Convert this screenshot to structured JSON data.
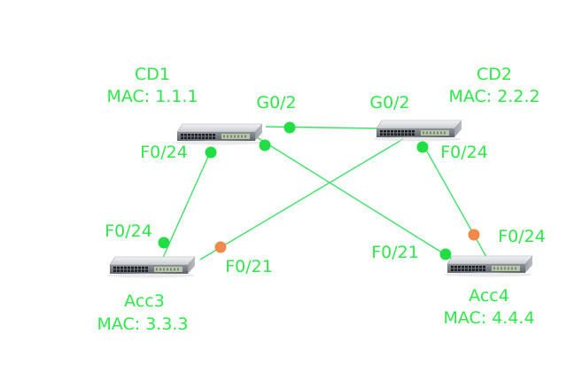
{
  "colors": {
    "text": "#2ee84a",
    "link": "#3fe06a",
    "port_forwarding": "#22dd44",
    "port_blocked": "#f08a4b"
  },
  "devices": {
    "cd1": {
      "name": "CD1",
      "mac": "MAC: 1.1.1"
    },
    "cd2": {
      "name": "CD2",
      "mac": "MAC: 2.2.2"
    },
    "acc3": {
      "name": "Acc3",
      "mac": "MAC: 3.3.3"
    },
    "acc4": {
      "name": "Acc4",
      "mac": "MAC: 4.4.4"
    }
  },
  "ports": {
    "cd1_g02": "G0/2",
    "cd2_g02": "G0/2",
    "cd1_f024": "F0/24",
    "cd2_f024": "F0/24",
    "acc3_f024": "F0/24",
    "acc3_f021": "F0/21",
    "acc4_f021": "F0/21",
    "acc4_f024": "F0/24"
  },
  "links": [
    {
      "from": "CD1 G0/2",
      "to": "CD2 G0/2"
    },
    {
      "from": "CD1 F0/24",
      "to": "Acc3 F0/24"
    },
    {
      "from": "CD2 F0/24",
      "to": "Acc4 F0/24"
    },
    {
      "from": "CD1",
      "to": "Acc4 F0/21"
    },
    {
      "from": "CD2",
      "to": "Acc3 F0/21"
    }
  ],
  "port_states": {
    "cd1_g02": "forwarding",
    "cd1_f024": "forwarding",
    "cd1_cross": "forwarding",
    "cd2_f024": "forwarding",
    "acc3_f024": "forwarding",
    "acc3_f021": "blocked",
    "acc4_f021": "forwarding",
    "acc4_f024": "blocked"
  }
}
